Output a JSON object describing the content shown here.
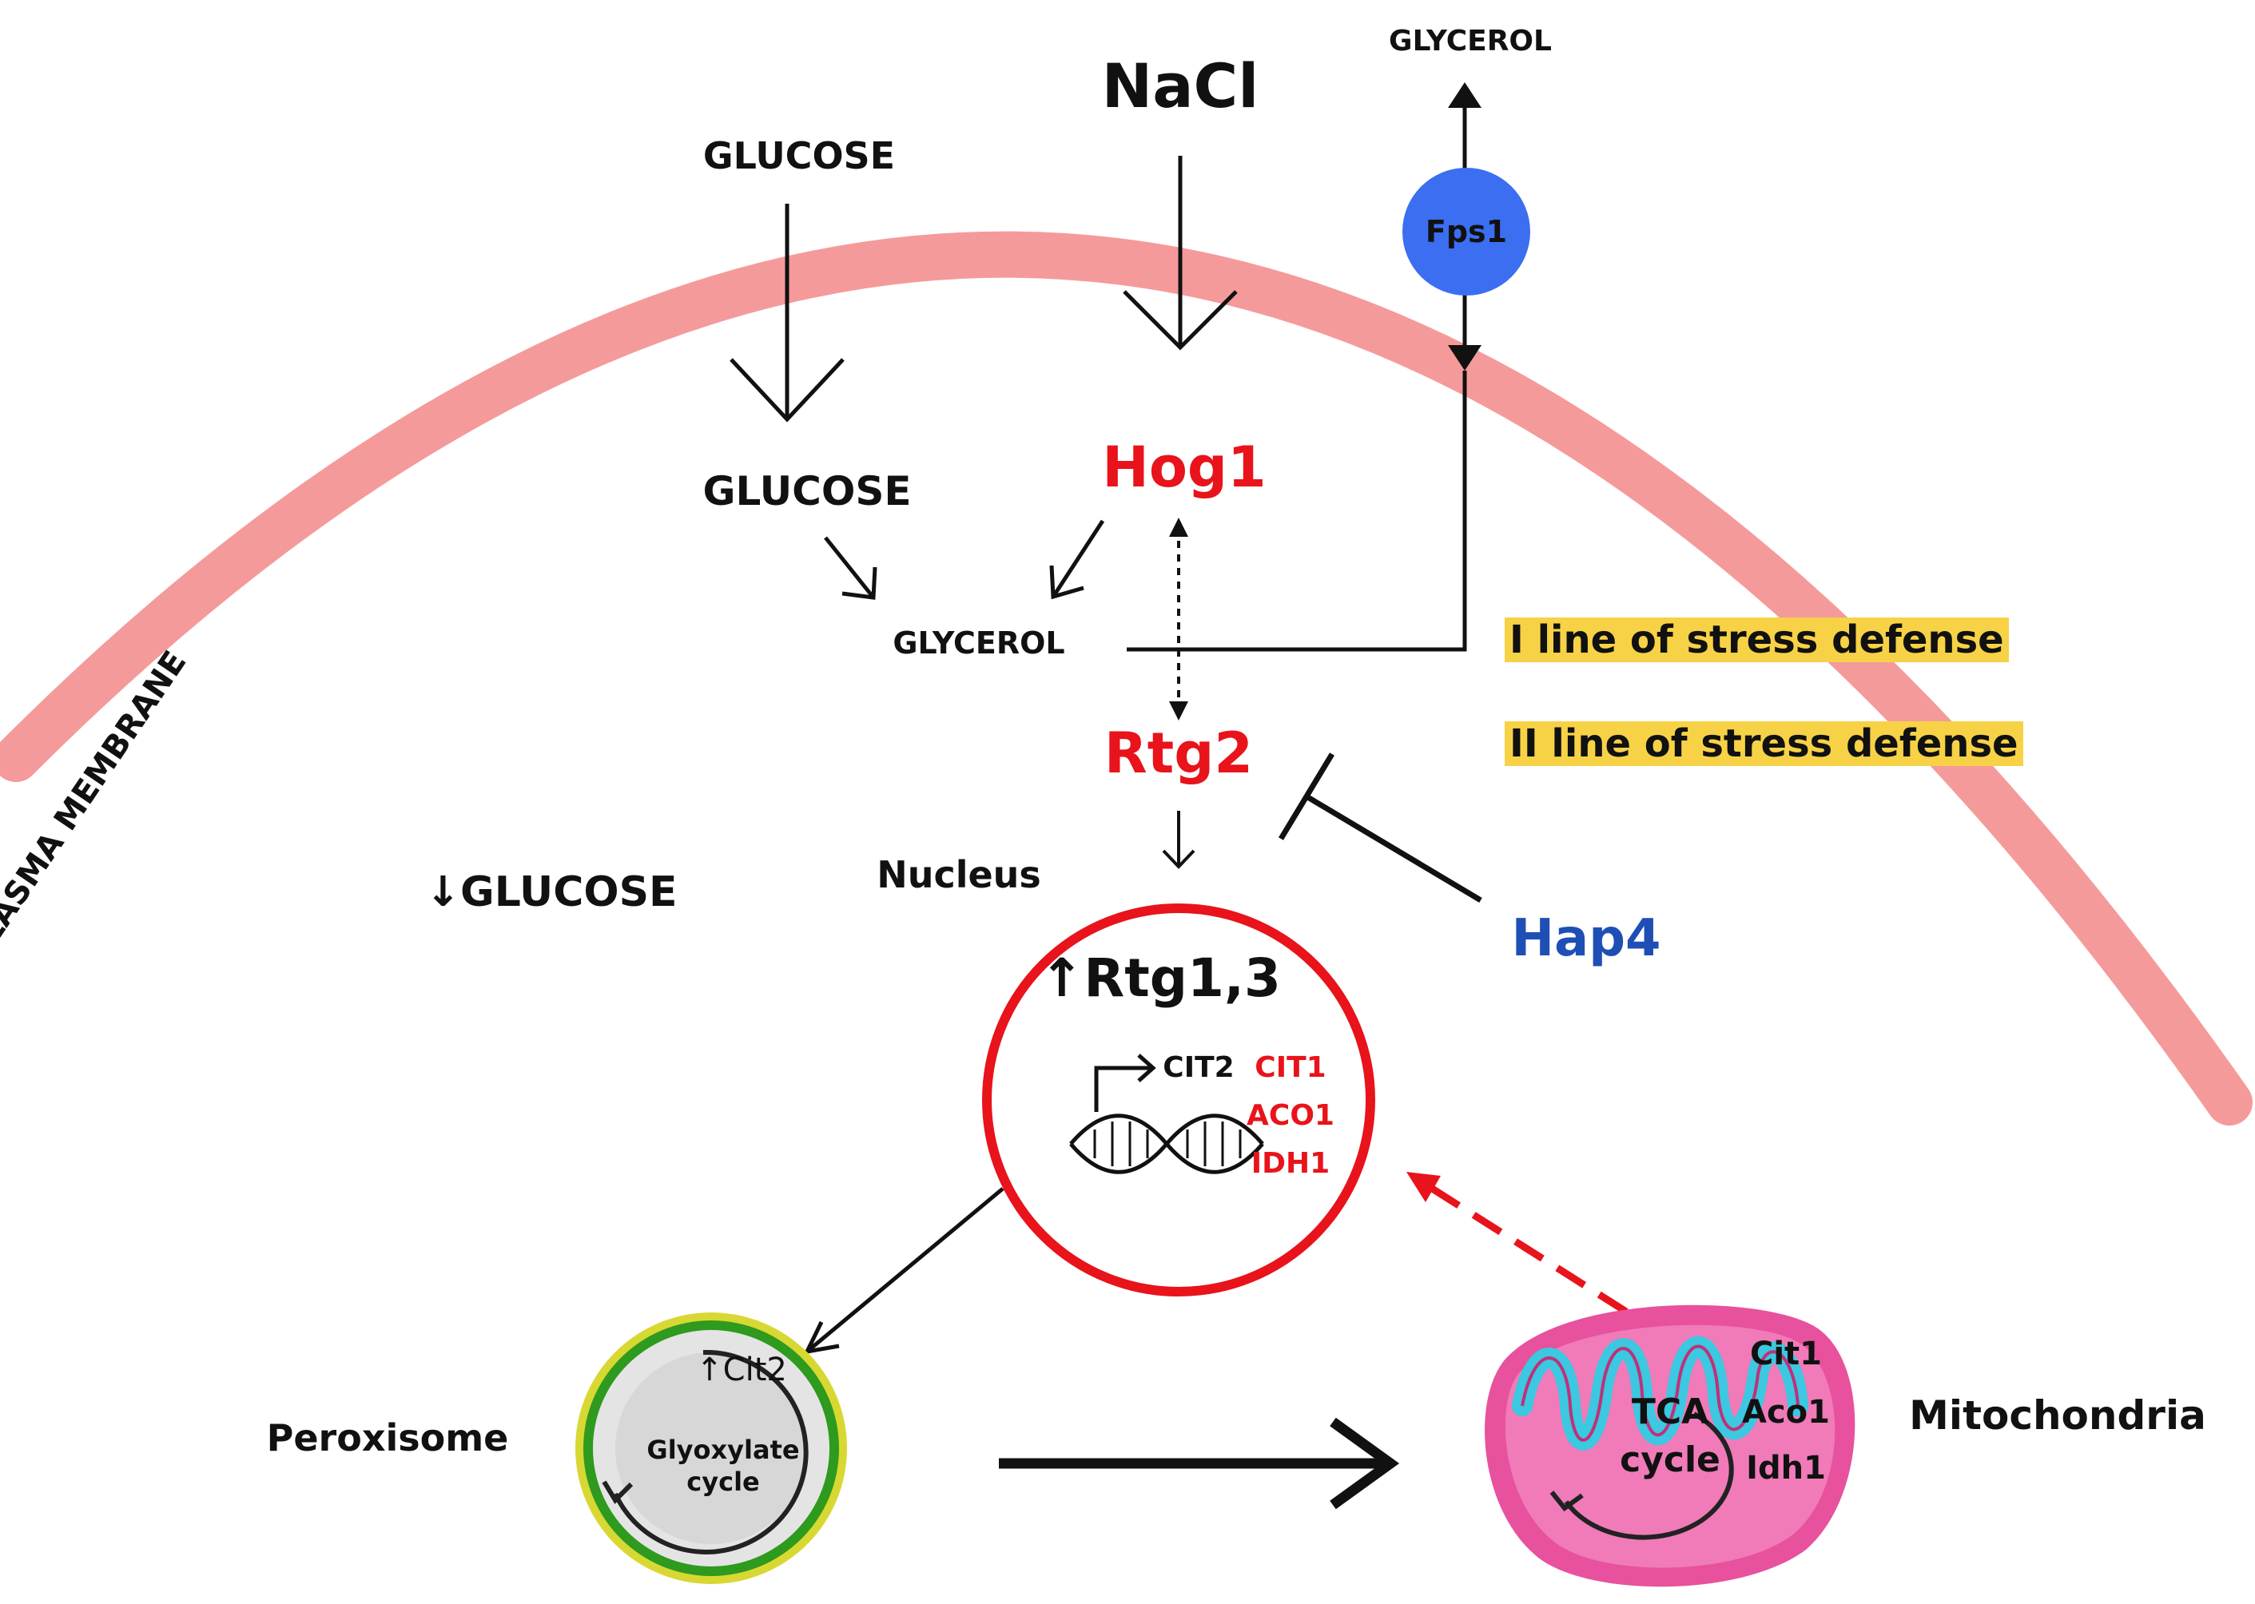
{
  "colors": {
    "membrane": "#f59a9a",
    "accent_red": "#e8131b",
    "accent_blue": "#1f4fb5",
    "highlight": "#f7d246",
    "fps1_fill": "#3b6ef0",
    "peroxisome_ring": "#2e9a1e",
    "mito_pink": "#e8519e",
    "mito_cyan": "#3bc8e0"
  },
  "labels": {
    "nacl": "NaCl",
    "glycerol_top": "GLYCEROL",
    "glucose_top": "GLUCOSE",
    "fps1": "Fps1",
    "glucose_mid": "GLUCOSE",
    "hog1": "Hog1",
    "glycerol_mid": "GLYCEROL",
    "first_line": "I line of stress defense",
    "second_line": "II line of stress defense",
    "rtg2": "Rtg2",
    "plasma_membrane": "PLASMA MEMBRANE",
    "glucose_low": "↓GLUCOSE",
    "nucleus": "Nucleus",
    "hap4": "Hap4",
    "rtg13": "↑Rtg1,3",
    "cit2_gene": "CIT2",
    "cit1_gene": "CIT1",
    "aco1_gene": "ACO1",
    "idh1_gene": "IDH1",
    "peroxisome": "Peroxisome",
    "cit2_up": "↑Cit2",
    "glyoxylate_line1": "Glyoxylate",
    "glyoxylate_line2": "cycle",
    "tca_line1": "TCA",
    "tca_line2": "cycle",
    "cit1_prot": "Cit1",
    "aco1_prot": "Aco1",
    "idh1_prot": "Idh1",
    "mitochondria": "Mitochondria"
  }
}
